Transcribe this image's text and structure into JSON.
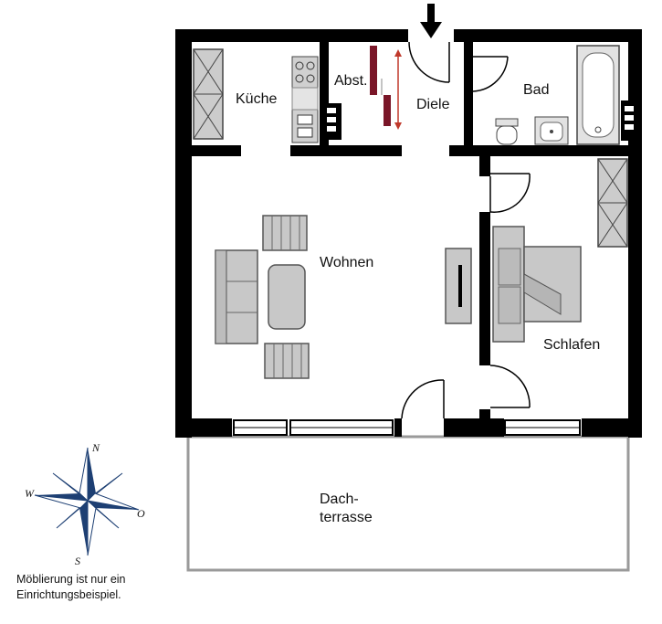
{
  "rooms": {
    "kueche": "Küche",
    "abstellraum": "Abst.",
    "diele": "Diele",
    "bad": "Bad",
    "wohnen": "Wohnen",
    "schlafen": "Schlafen",
    "terrasse_line1": "Dach-",
    "terrasse_line2": "terrasse"
  },
  "compass": {
    "north": "N",
    "east": "O",
    "south": "S",
    "west": "W"
  },
  "note": {
    "line1": "Möblierung ist nur ein",
    "line2": "Einrichtungsbeispiel."
  },
  "colors": {
    "wall": "#000000",
    "furniture_fill": "#c8c8c8",
    "furniture_stroke": "#555555",
    "wardrobe_accent": "#7a1628",
    "compass_blue": "#1d3f73"
  }
}
